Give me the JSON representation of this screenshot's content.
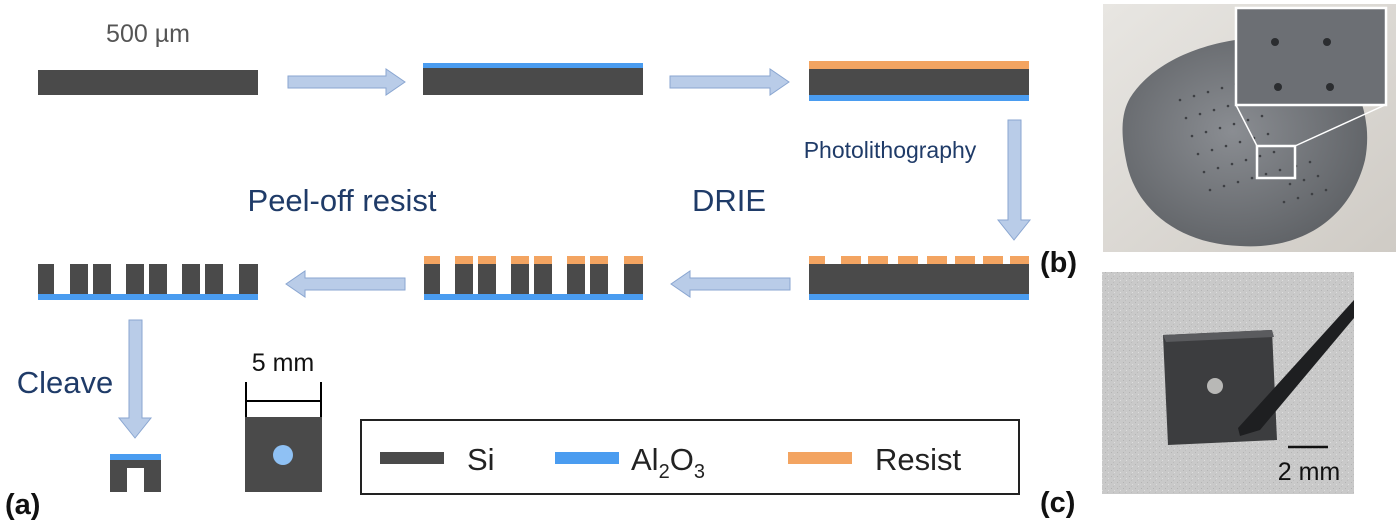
{
  "labels": {
    "thickness": "500 µm",
    "photolithography": "Photolithography",
    "drie": "DRIE",
    "peel_off": "Peel-off resist",
    "cleave": "Cleave",
    "chip_size": "5 mm",
    "scale_bar": "2 mm"
  },
  "legend": {
    "si": "Si",
    "al2o3_base": "Al",
    "al2o3_sub1": "2",
    "al2o3_mid": "O",
    "al2o3_sub2": "3",
    "resist": "Resist"
  },
  "panels": {
    "a": "(a)",
    "b": "(b)",
    "c": "(c)"
  },
  "colors": {
    "si": "#4a4a4a",
    "al2o3": "#4a9cf0",
    "resist": "#f3a461",
    "arrow": "#b9cce8",
    "arrow_stroke": "#8aa6d1",
    "step_text": "#1f3b68"
  }
}
